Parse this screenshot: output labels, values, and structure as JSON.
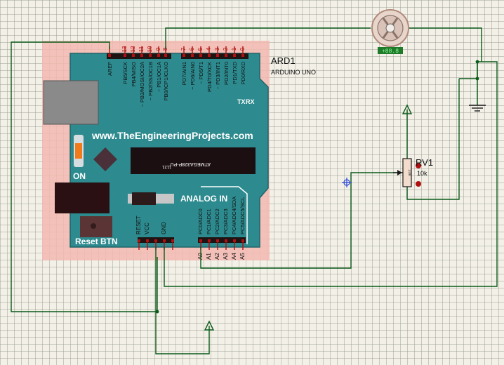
{
  "board": {
    "ref": "ARD1",
    "model": "ARDUINO UNO",
    "website": "www.TheEngineeringProjects.com",
    "on_label": "ON",
    "analog_label": "ANALOG IN",
    "reset_label": "Reset BTN",
    "chip_label": "ATMEGA328P-PU",
    "chip_code": "1121",
    "tx_label": "TX",
    "rx_label": "RX",
    "digital_pin_numbers": [
      "13",
      "12",
      "11",
      "10",
      "9",
      "8",
      "7",
      "6",
      "5",
      "4",
      "3",
      "2",
      "1",
      "0"
    ],
    "digital_pin_names": [
      "AREF",
      "PB5/SCK",
      "PB4/MISO",
      "~ PB3/MOSI/OC2A",
      "~ PB2/SS/OC1B",
      "~ PB1/OC1A",
      "PB0/ICP1/CLKO",
      "PD7/AIN1",
      "~ PD6/AIN0",
      "~ PD5/T1",
      "PD4/T0/XCK",
      "~ PD3/INT1",
      "PD2/INT0",
      "PD1/TXD",
      "PD0/RXD"
    ],
    "power_pin_names": [
      "RESET",
      "VCC",
      "GND"
    ],
    "analog_pin_names": [
      "PC0/ADC0",
      "PC1/ADC1",
      "PC2/ADC2",
      "PC3/ADC3",
      "PC4/ADC4/SDA",
      "PC5/ADC5/SCL"
    ],
    "analog_pin_numbers": [
      "A0",
      "A1",
      "A2",
      "A3",
      "A4",
      "A5"
    ]
  },
  "motor": {
    "readout": "+88.8"
  },
  "pot": {
    "ref": "RV1",
    "value": "10k",
    "body_value": "10k"
  },
  "colors": {
    "board_teal": "#2d8a8e",
    "highlight_pink": "#f2b9b0",
    "wire": "#0a5a1a",
    "pin_red": "#b01010",
    "motor_readout_bg": "#1f7a2a"
  }
}
